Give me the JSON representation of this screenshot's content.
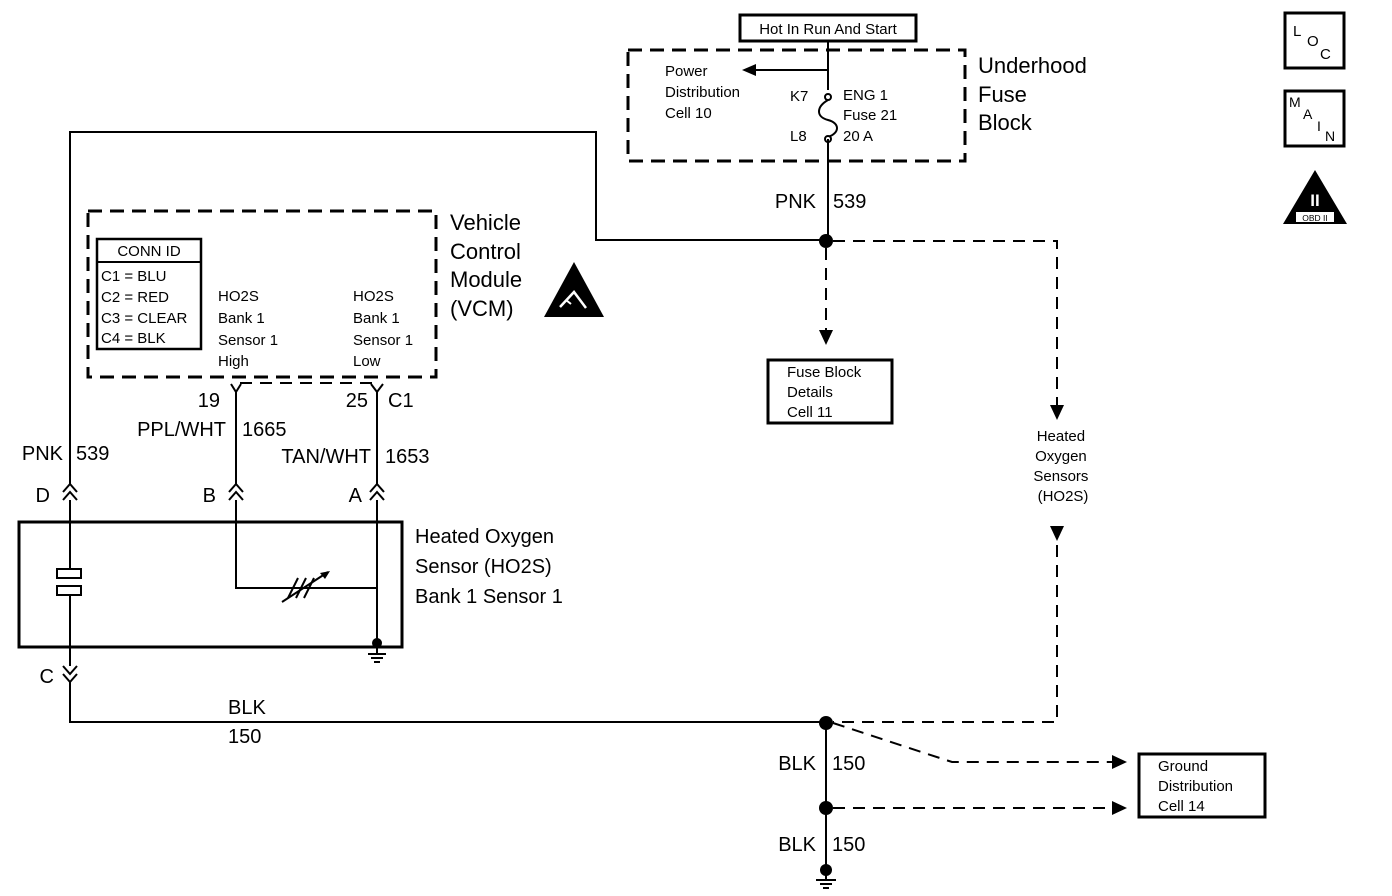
{
  "hot_label": "Hot In Run And Start",
  "fuse_block": {
    "title_lines": [
      "Underhood",
      "Fuse",
      "Block"
    ],
    "power_dist_lines": [
      "Power",
      "Distribution",
      "Cell 10"
    ],
    "terminal_top": "K7",
    "terminal_bottom": "L8",
    "fuse_lines": [
      "ENG 1",
      "Fuse 21",
      "20 A"
    ]
  },
  "icons": {
    "loc": {
      "l": "L",
      "o": "O",
      "c": "C"
    },
    "main": {
      "m": "M",
      "a": "A",
      "i": "I",
      "n": "N"
    },
    "obd": {
      "roman": "II",
      "label": "OBD II"
    }
  },
  "vcm": {
    "title_lines": [
      "Vehicle",
      "Control",
      "Module",
      "(VCM)"
    ],
    "conn_id": {
      "title": "CONN ID",
      "rows": [
        "C1 = BLU",
        "C2 = RED",
        "C3 = CLEAR",
        "C4 = BLK"
      ]
    },
    "ho2s_high_lines": [
      "HO2S",
      "Bank 1",
      "Sensor 1",
      "High"
    ],
    "ho2s_low_lines": [
      "HO2S",
      "Bank 1",
      "Sensor 1",
      "Low"
    ],
    "pin_high": "19",
    "pin_low": "25",
    "connector": "C1"
  },
  "wires": {
    "pnk_color": "PNK",
    "pnk_circuit": "539",
    "ppl_color": "PPL/WHT",
    "ppl_circuit": "1665",
    "tan_color": "TAN/WHT",
    "tan_circuit": "1653",
    "blk_color": "BLK",
    "blk_circuit": "150"
  },
  "sensor": {
    "title_lines": [
      "Heated Oxygen",
      "Sensor (HO2S)",
      "Bank 1 Sensor 1"
    ],
    "pin_d": "D",
    "pin_b": "B",
    "pin_a": "A",
    "pin_c": "C"
  },
  "refs": {
    "fuse_details_lines": [
      "Fuse Block",
      "Details",
      "Cell 11"
    ],
    "ho2s_ref_lines": [
      "Heated",
      "Oxygen",
      "Sensors",
      "(HO2S)"
    ],
    "ground_dist_lines": [
      "Ground",
      "Distribution",
      "Cell 14"
    ]
  }
}
